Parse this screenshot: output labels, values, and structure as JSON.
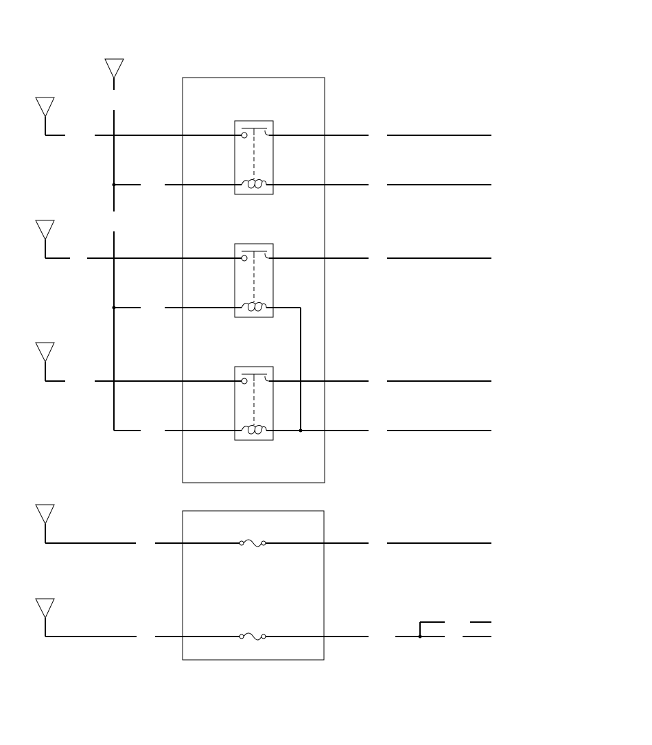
{
  "diagram": {
    "kind": "relay-and-fuse wiring schematic",
    "line_color": "#000000",
    "background_color": "#ffffff",
    "components": {
      "ground_symbols": 6,
      "relays": 3,
      "fuses": 2,
      "module_boxes": 2
    },
    "icons": {
      "ground": "ground-symbol-icon",
      "relay_contact": "relay-contact-icon",
      "relay_coil": "relay-coil-icon",
      "fuse": "fuse-icon",
      "splice": "splice-dot-icon"
    }
  }
}
